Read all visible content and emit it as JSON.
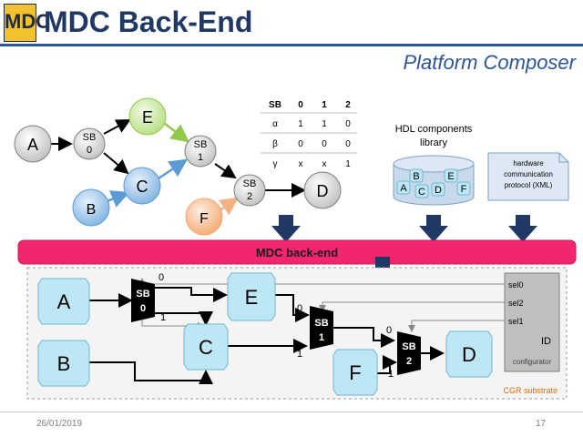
{
  "header": {
    "logo_text": "MDC",
    "title": "MDC Back-End",
    "subtitle": "Platform Composer"
  },
  "dataflow": {
    "nodes": [
      "A",
      "E",
      "B",
      "C",
      "F",
      "D"
    ],
    "switch_blocks": [
      {
        "line1": "SB",
        "line2": "0"
      },
      {
        "line1": "SB",
        "line2": "1"
      },
      {
        "line1": "SB",
        "line2": "2"
      }
    ]
  },
  "config_table": {
    "headers": [
      "SB",
      "0",
      "1",
      "2"
    ],
    "rows": [
      [
        "α",
        "1",
        "1",
        "0"
      ],
      [
        "β",
        "0",
        "0",
        "0"
      ],
      [
        "γ",
        "x",
        "x",
        "1"
      ]
    ]
  },
  "hdl_library": {
    "label_line1": "HDL components",
    "label_line2": "library",
    "components": [
      "B",
      "E",
      "A",
      "C",
      "D",
      "F"
    ]
  },
  "protocol_doc": {
    "line1": "hardware",
    "line2": "communication",
    "line3": "protocol (XML)"
  },
  "backend_bar": {
    "label": "MDC back-end"
  },
  "substrate": {
    "label": "CGR substrate",
    "actors": [
      "A",
      "B",
      "E",
      "C",
      "F",
      "D"
    ],
    "switches": [
      {
        "line1": "SB",
        "line2": "0",
        "in0": "0",
        "in1": "1"
      },
      {
        "line1": "SB",
        "line2": "1",
        "in0": "0",
        "in1": "1"
      },
      {
        "line1": "SB",
        "line2": "2",
        "in0": "0",
        "in1": "1"
      }
    ],
    "configurator": {
      "signals": [
        "sel0",
        "sel2",
        "sel1"
      ],
      "id_label": "ID",
      "name": "configurator"
    }
  },
  "footer": {
    "date": "26/01/2019",
    "page": "17"
  },
  "colors": {
    "title": "#1f3864",
    "bar": "#f0266e",
    "arrow": "#1f3864",
    "actor_fill": "#bde7f4",
    "actor_stroke": "#6fb6cf",
    "configurator_fill": "#bfbfbf"
  }
}
